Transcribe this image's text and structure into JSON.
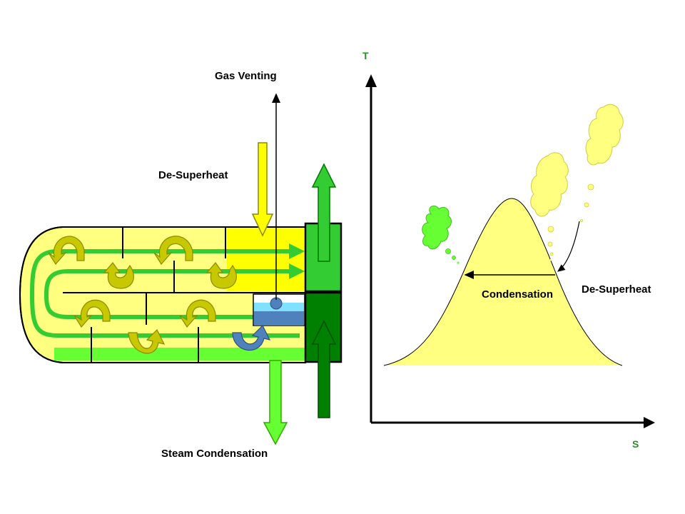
{
  "labels": {
    "gas_venting": "Gas Venting",
    "de_superheat_left": "De-Superheat",
    "steam_condensation": "Steam Condensation",
    "condensation": "Condensation",
    "de_superheat_right": "De-Superheat",
    "axis_t": "T",
    "axis_s": "S"
  },
  "colors": {
    "shell_yellow": "#ffff80",
    "bright_yellow": "#ffff00",
    "tube_green": "#33cc33",
    "dark_green": "#008000",
    "light_green": "#66ff33",
    "swirl_olive": "#c8c800",
    "swirl_blue": "#4f81bd",
    "water_cyan": "#80e0ff",
    "dome_yellow": "#ffff80",
    "axis_label_green": "#2e8b2e"
  },
  "icons": [
    "swirl-arrow-icon",
    "steam-cloud-icon",
    "float-ball-icon",
    "flow-arrow-icon"
  ]
}
